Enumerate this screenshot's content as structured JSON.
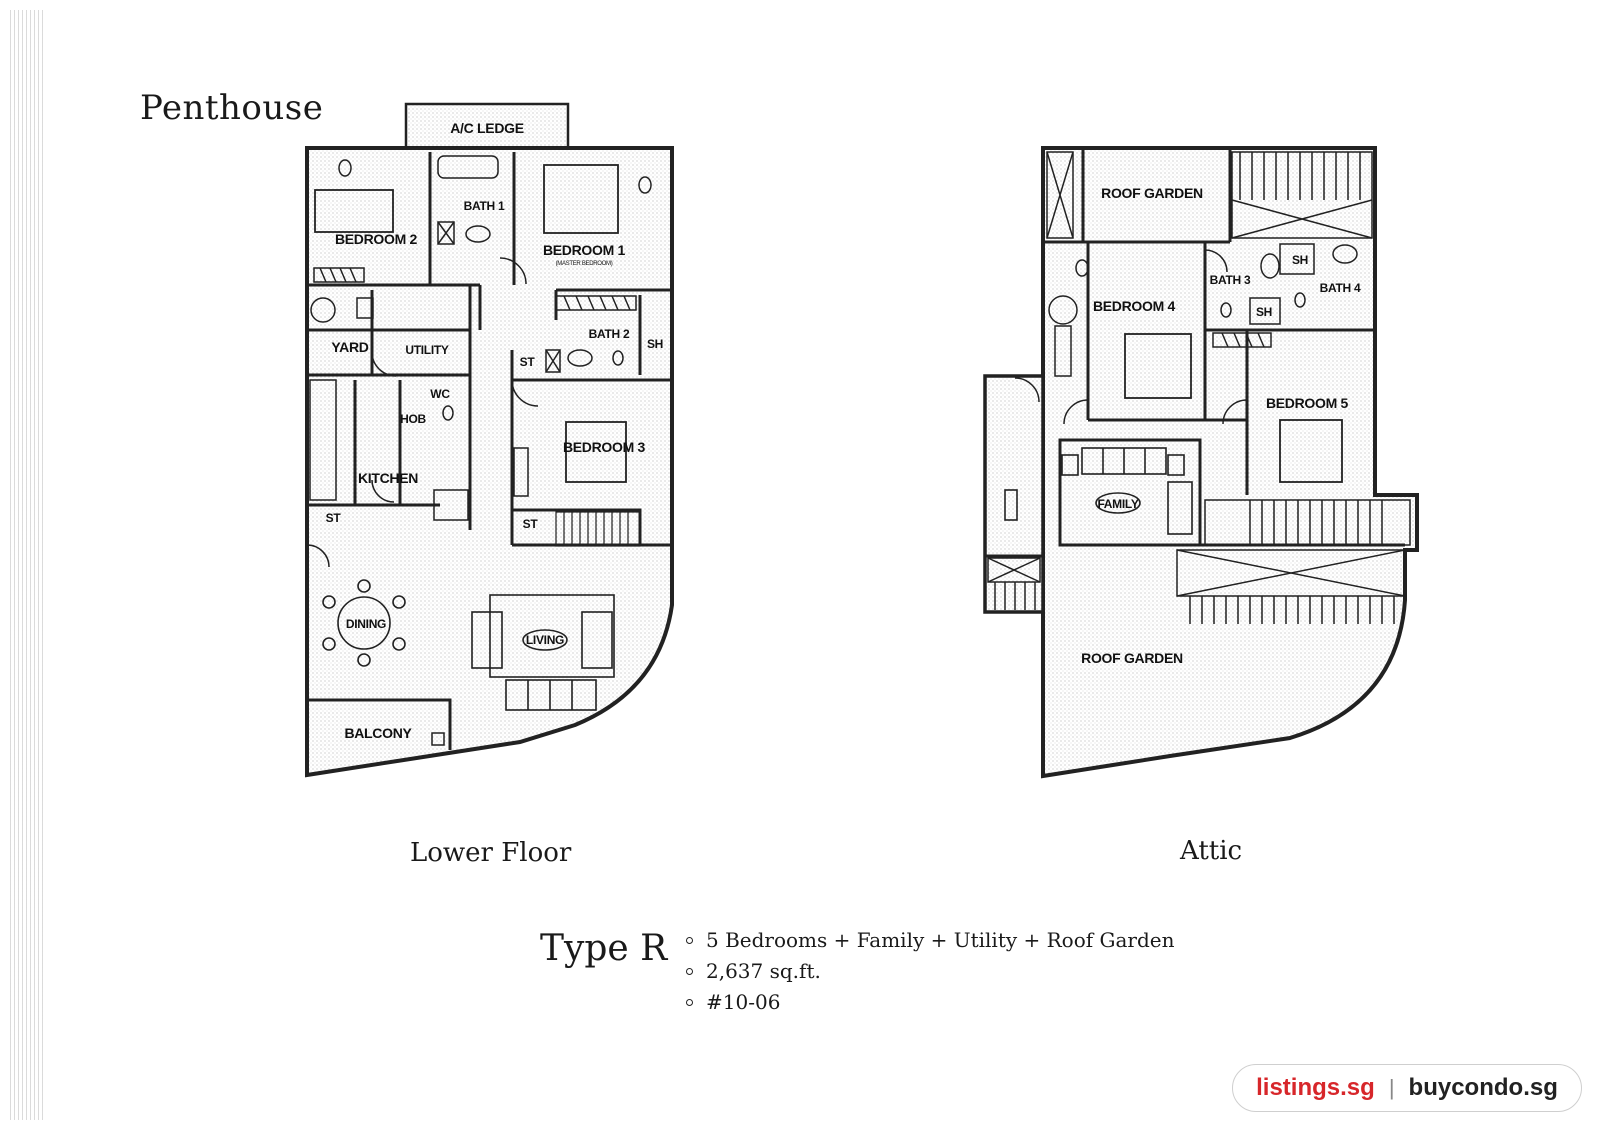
{
  "title": "Penthouse",
  "lower_floor": {
    "caption": "Lower Floor",
    "rooms": {
      "ac_ledge": "A/C LEDGE",
      "bedroom2": "BEDROOM 2",
      "bath1": "BATH 1",
      "bedroom1": "BEDROOM 1",
      "master": "(MASTER BEDROOM)",
      "yard": "YARD",
      "utility": "UTILITY",
      "bath2": "BATH 2",
      "sh": "SH",
      "st1": "ST",
      "wc": "WC",
      "hob": "HOB",
      "kitchen": "KITCHEN",
      "bedroom3": "BEDROOM 3",
      "st2": "ST",
      "st3": "ST",
      "dining": "DINING",
      "living": "LIVING",
      "balcony": "BALCONY"
    }
  },
  "attic": {
    "caption": "Attic",
    "rooms": {
      "roof_garden_top": "ROOF GARDEN",
      "bath3": "BATH 3",
      "sh1": "SH",
      "sh2": "SH",
      "bath4": "BATH 4",
      "bedroom4": "BEDROOM 4",
      "bedroom5": "BEDROOM 5",
      "family": "FAMILY",
      "roof_garden_bottom": "ROOF GARDEN"
    }
  },
  "unit": {
    "type": "Type R",
    "specs": [
      "5 Bedrooms + Family + Utility + Roof Garden",
      "2,637 sq.ft.",
      "#10-06"
    ]
  },
  "brand": {
    "left": "listings.sg",
    "separator": "|",
    "right": "buycondo.sg",
    "left_color": "#d7262a",
    "right_color": "#222222"
  }
}
